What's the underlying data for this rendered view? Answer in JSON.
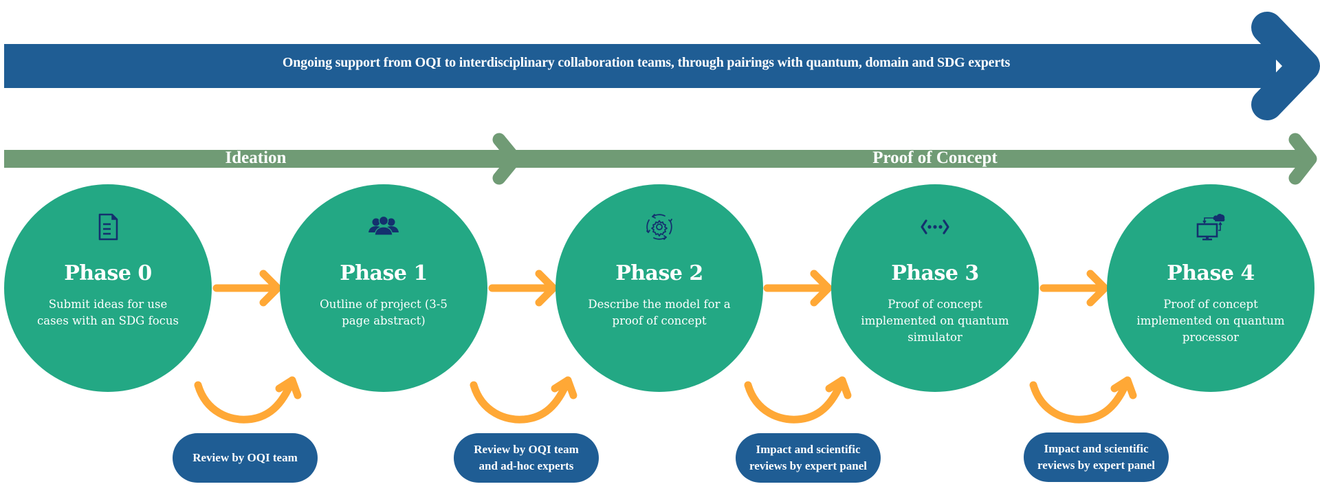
{
  "colors": {
    "banner_blue": "#1f5d94",
    "stage_green": "#709b75",
    "phase_teal": "#23a884",
    "arrow_orange": "#ffa836",
    "icon_navy": "#14306e",
    "text_white": "#ffffff"
  },
  "banner": {
    "text": "Ongoing  support from OQI to interdisciplinary collaboration teams, through pairings with quantum, domain and SDG experts"
  },
  "stages": [
    {
      "label": "Ideation"
    },
    {
      "label": "Proof of Concept"
    }
  ],
  "phases": [
    {
      "title": "Phase 0",
      "description": "Submit ideas for use cases with an SDG focus",
      "icon": "document-icon"
    },
    {
      "title": "Phase 1",
      "description": "Outline of project (3-5 page abstract)",
      "icon": "team-icon"
    },
    {
      "title": "Phase 2",
      "description": "Describe the model for a proof of concept",
      "icon": "gear-cycle-icon"
    },
    {
      "title": "Phase 3",
      "description": "Proof of concept implemented on quantum simulator",
      "icon": "code-dots-icon"
    },
    {
      "title": "Phase 4",
      "description": "Proof of concept implemented on quantum processor",
      "icon": "cloud-computer-icon"
    }
  ],
  "reviews": [
    {
      "text": "Review by OQI team"
    },
    {
      "text": "Review by OQI team\nand ad-hoc experts"
    },
    {
      "text": "Impact and scientific\nreviews by expert panel"
    },
    {
      "text": "Impact and scientific\nreviews by expert panel"
    }
  ]
}
